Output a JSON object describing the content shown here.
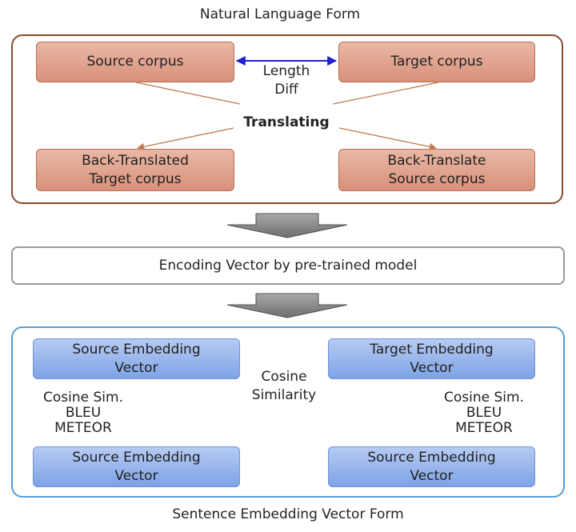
{
  "top_title": "Natural Language Form",
  "bottom_title": "Sentence Embedding Vector Form",
  "natural_language": {
    "source_corpus": "Source corpus",
    "target_corpus": "Target corpus",
    "length_diff_line1": "Length",
    "length_diff_line2": "Diff",
    "translating": "Translating",
    "back_translated_line1": "Back-Translated",
    "back_translated_line2": "Target corpus",
    "back_translate_line1": "Back-Translate",
    "back_translate_line2": "Source corpus"
  },
  "encoder": "Encoding Vector by pre-trained model",
  "embedding": {
    "top_left_line1": "Source Embedding",
    "top_left_line2": "Vector",
    "top_right_line1": "Target Embedding",
    "top_right_line2": "Vector",
    "bottom_left_line1": "Source Embedding",
    "bottom_left_line2": "Vector",
    "bottom_right_line1": "Source Embedding",
    "bottom_right_line2": "Vector",
    "cosine_line1": "Cosine",
    "cosine_line2": "Similarity",
    "left_metrics": [
      "Cosine Sim.",
      "BLEU",
      "METEOR"
    ],
    "right_metrics": [
      "Cosine Sim.",
      "BLEU",
      "METEOR"
    ]
  },
  "colors": {
    "nl_frame": "#8a4b2f",
    "se_frame": "#5b9bd5",
    "arrow_blue": "#1f1fd0",
    "arrow_brown": "#c07a4e",
    "big_arrow": "#808080"
  }
}
